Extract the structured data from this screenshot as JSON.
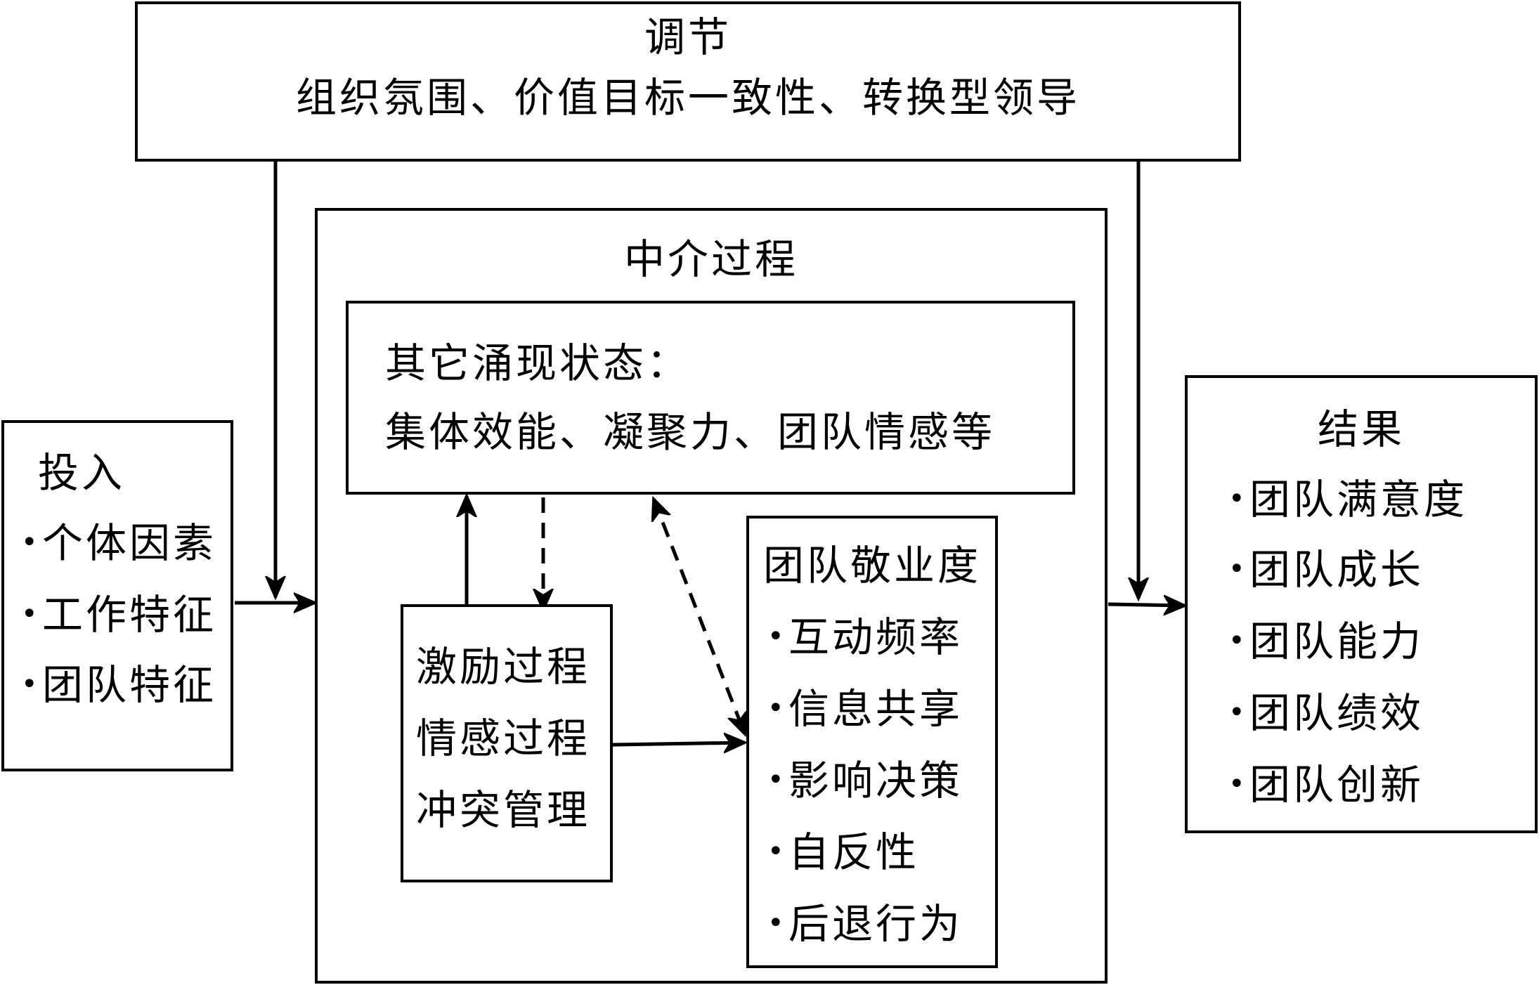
{
  "moderation": {
    "title": "调节",
    "subtitle": "组织氛围、价值目标一致性、转换型领导"
  },
  "mediation": {
    "title": "中介过程",
    "emergent_states": {
      "heading": "其它涌现状态：",
      "items": "集体效能、凝聚力、团队情感等"
    },
    "processes": [
      "激励过程",
      "情感过程",
      "冲突管理"
    ],
    "engagement": {
      "title": "团队敬业度",
      "items": [
        "互动频率",
        "信息共享",
        "影响决策",
        "自反性",
        "后退行为"
      ]
    }
  },
  "inputs": {
    "title": "投入",
    "items": [
      "个体因素",
      "工作特征",
      "团队特征"
    ]
  },
  "outcomes": {
    "title": "结果",
    "items": [
      "团队满意度",
      "团队成长",
      "团队能力",
      "团队绩效",
      "团队创新"
    ]
  },
  "bullet_symbol": "•"
}
